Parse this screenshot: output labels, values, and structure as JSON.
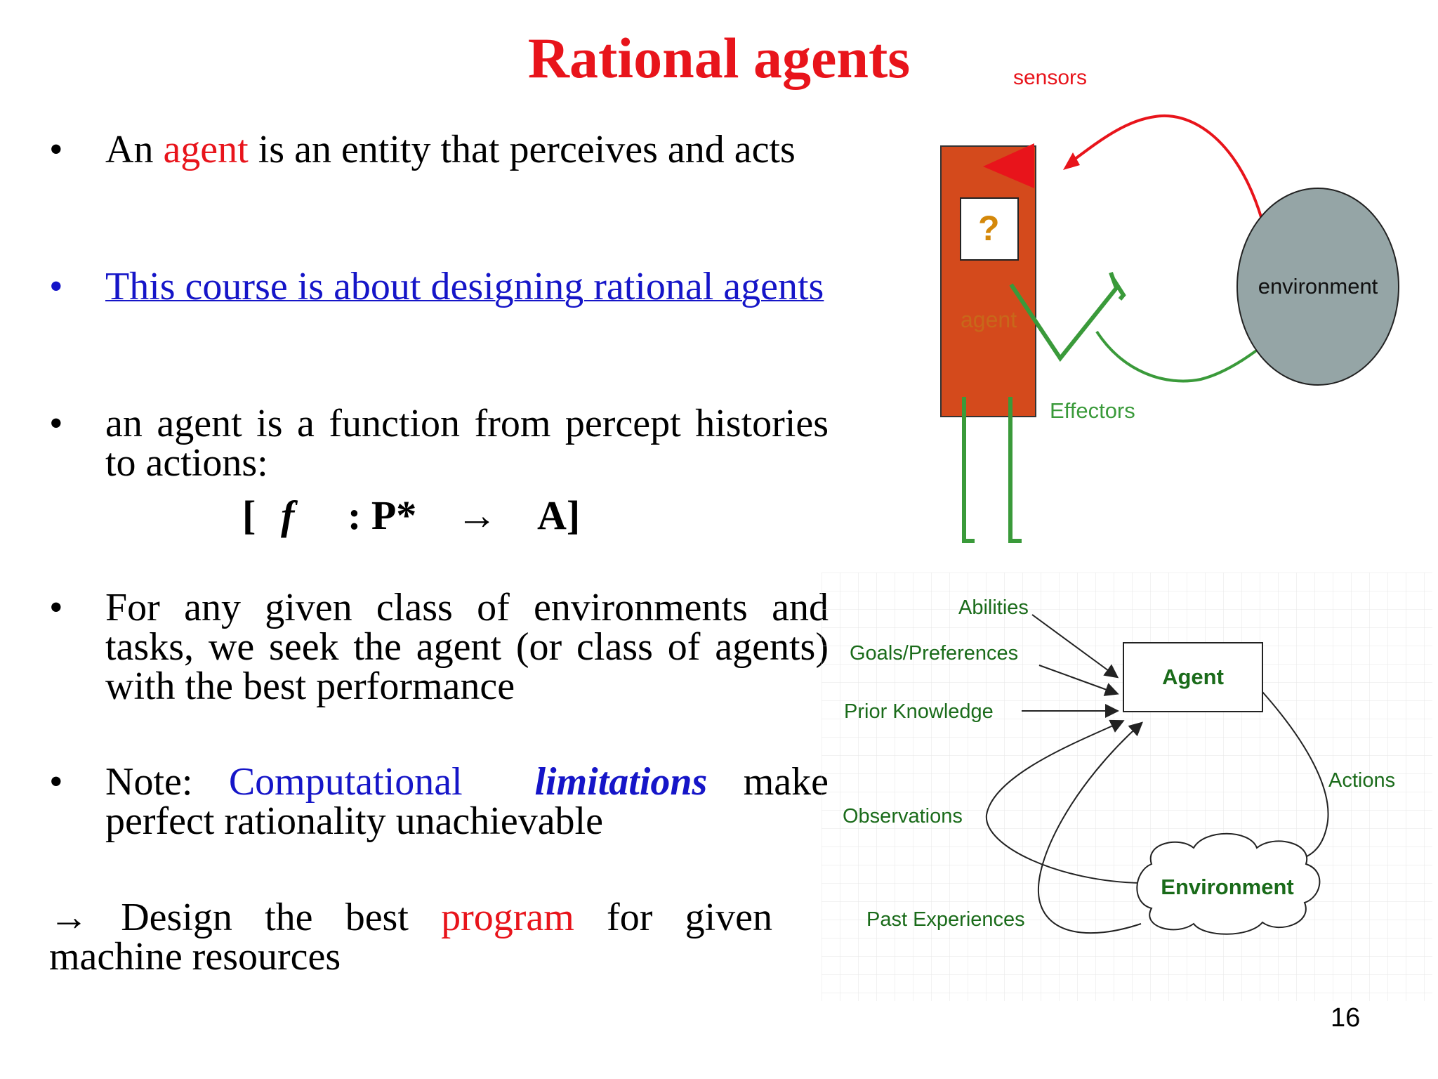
{
  "title": "Rational agents",
  "bullets": [
    {
      "marker": "•",
      "parts": [
        "An ",
        "agent",
        " is an entity that perceives and acts"
      ]
    },
    {
      "marker": "•",
      "text": "This course is about designing rational agents"
    },
    {
      "marker": "•",
      "text": "an agent is a function from percept histories to actions:"
    },
    {
      "marker": "•",
      "text": "For any given class of environments and tasks, we seek the agent (or class of agents) with the best performance"
    },
    {
      "marker": "•",
      "parts": [
        "Note: ",
        "Computational",
        "limitations",
        " make perfect rationality unachievable"
      ]
    }
  ],
  "formula": {
    "open": "[",
    "f": "f",
    "colon_p": ": P*",
    "arrow": "→",
    "a": "A]"
  },
  "conclusion": {
    "arrow": "→",
    "text_a": " Design the best ",
    "program": "program",
    "text_b": " for given machine resources"
  },
  "diagram_top": {
    "sensors": "sensors",
    "question": "?",
    "agent": "agent",
    "effectors": "Effectors",
    "environment": "environment"
  },
  "diagram_bottom": {
    "abilities": "Abilities",
    "goals": "Goals/Preferences",
    "prior": "Prior Knowledge",
    "agent": "Agent",
    "actions": "Actions",
    "observations": "Observations",
    "environment": "Environment",
    "past": "Past Experiences"
  },
  "page_number": "16",
  "colors": {
    "title_red": "#e8141b",
    "link_blue": "#1515c8",
    "agent_body": "#d44a1c",
    "effector_green": "#3a9a3a",
    "env_gray": "#95a5a6"
  }
}
